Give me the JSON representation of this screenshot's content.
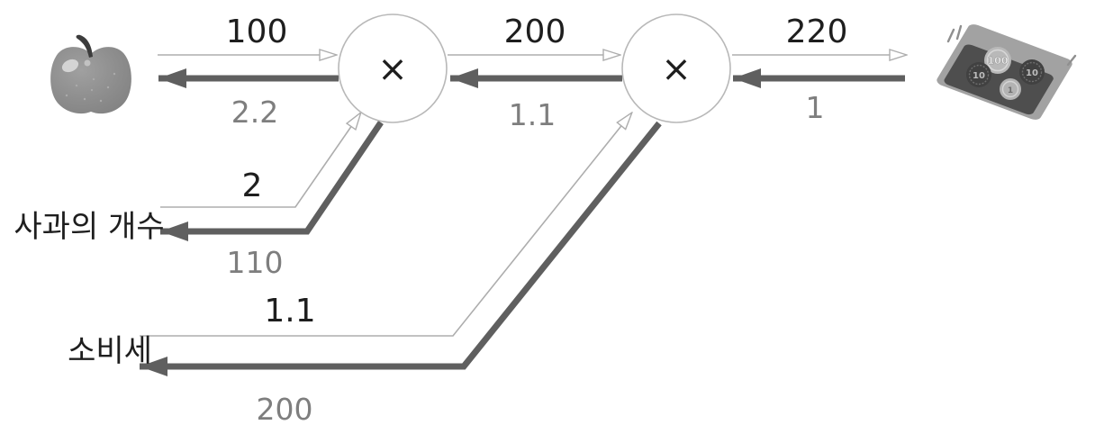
{
  "diagram_type": "computational-graph",
  "nodes": [
    {
      "op": "×"
    },
    {
      "op": "×"
    }
  ],
  "labels": {
    "apple_count": "사과의 개수",
    "consumption_tax": "소비세"
  },
  "edges": {
    "apple_mul1": {
      "forward": "100",
      "backward": "2.2"
    },
    "mul1_mul2": {
      "forward": "200",
      "backward": "1.1"
    },
    "mul2_money": {
      "forward": "220",
      "backward": "1"
    },
    "count_mul1": {
      "forward": "2",
      "backward": "110"
    },
    "tax_mul2": {
      "forward": "1.1",
      "backward": "200"
    }
  },
  "icons": {
    "left": "apple-icon",
    "right": "money-tray-icon"
  },
  "money_tray": {
    "coins": [
      "100",
      "10",
      "10",
      "1"
    ]
  },
  "colors": {
    "forward_line": "#adadad",
    "backward_line": "#5f5f5f",
    "forward_label": "#1e1e1e",
    "backward_label": "#7e7e7e",
    "node_stroke": "#b8b8b8"
  }
}
